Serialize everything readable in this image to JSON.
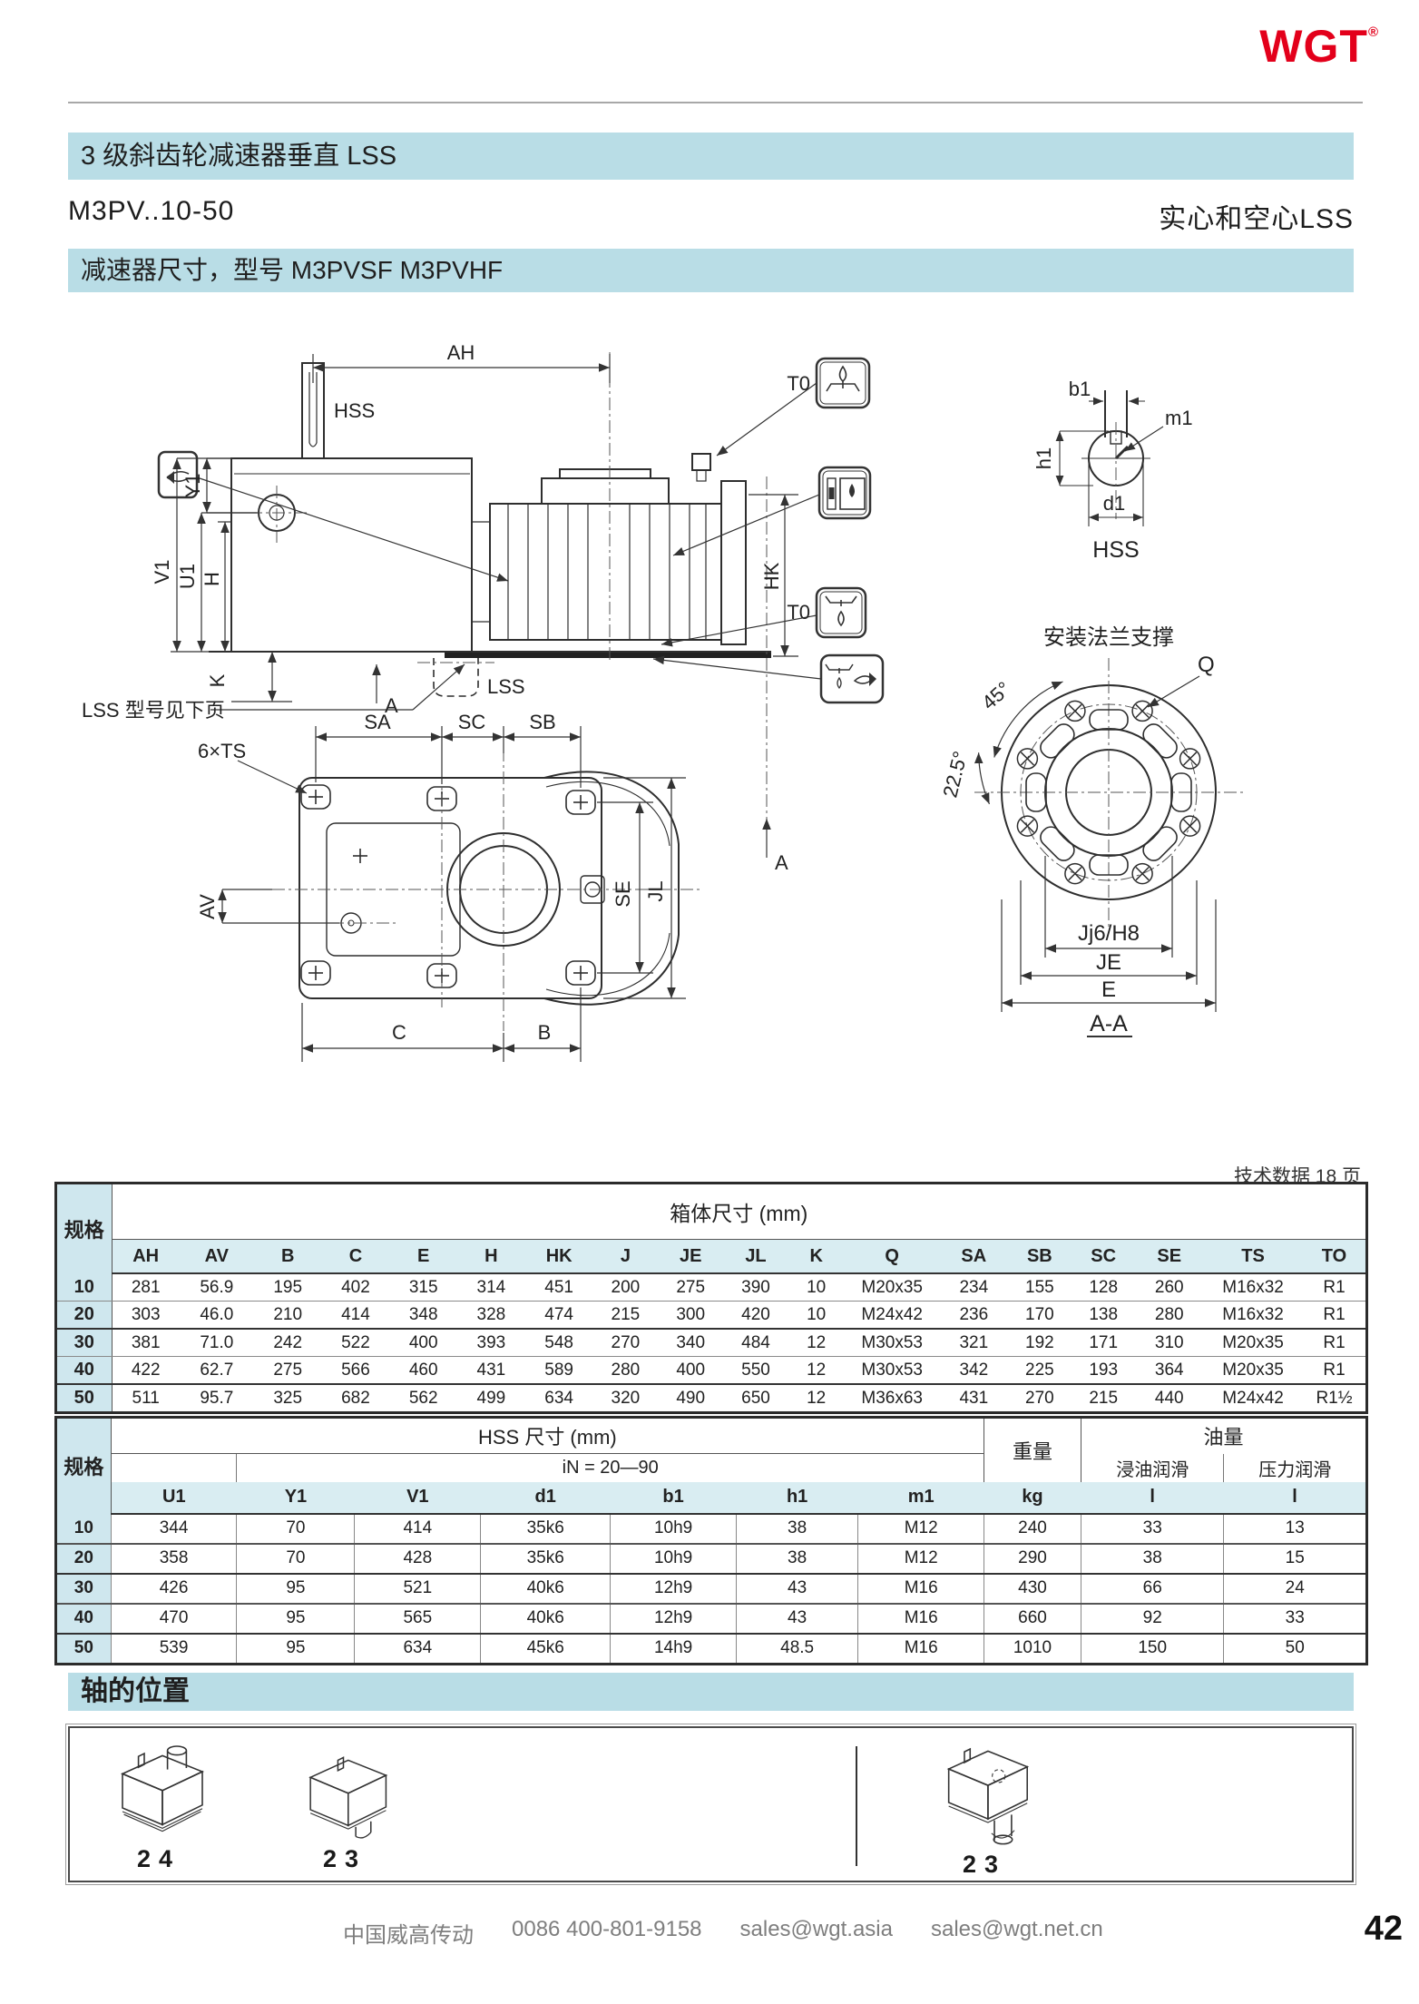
{
  "page": {
    "logo": "WGT",
    "logo_reg": "®",
    "section_title": "3 级斜齿轮减速器垂直 LSS",
    "model_range": "M3PV..10-50",
    "model_note": "实心和空心LSS",
    "subtitle": "减速器尺寸，型号 M3PVSF   M3PVHF",
    "tech_note": "技术数据 18 页",
    "axes_title": "轴的位置"
  },
  "drawing": {
    "side": {
      "ah": "AH",
      "hss": "HSS",
      "y1": "Y1",
      "v1": "V1",
      "u1": "U1",
      "h": "H",
      "hk": "HK",
      "k": "K",
      "a": "A",
      "lss": "LSS",
      "t0": "T0",
      "note": "LSS 型号见下页"
    },
    "plan": {
      "sa": "SA",
      "sc": "SC",
      "sb": "SB",
      "ts": "6×TS",
      "av": "AV",
      "se": "SE",
      "jl": "JL",
      "c": "C",
      "b": "B"
    },
    "shaft": {
      "b1": "b1",
      "m1": "m1",
      "h1": "h1",
      "d1": "d1",
      "hss": "HSS"
    },
    "flange": {
      "title": "安装法兰支撑",
      "a45": "45°",
      "a225": "22.5°",
      "q": "Q",
      "fit": "Jj6/H8",
      "je": "JE",
      "e": "E",
      "section": "A-A"
    }
  },
  "tables": {
    "box": {
      "spec_header": "规格",
      "group_header": "箱体尺寸 (mm)",
      "columns": [
        "AH",
        "AV",
        "B",
        "C",
        "E",
        "H",
        "HK",
        "J",
        "JE",
        "JL",
        "K",
        "Q",
        "SA",
        "SB",
        "SC",
        "SE",
        "TS",
        "TO"
      ],
      "rows": [
        [
          "10",
          "281",
          "56.9",
          "195",
          "402",
          "315",
          "314",
          "451",
          "200",
          "275",
          "390",
          "10",
          "M20x35",
          "234",
          "155",
          "128",
          "260",
          "M16x32",
          "R1"
        ],
        [
          "20",
          "303",
          "46.0",
          "210",
          "414",
          "348",
          "328",
          "474",
          "215",
          "300",
          "420",
          "10",
          "M24x42",
          "236",
          "170",
          "138",
          "280",
          "M16x32",
          "R1"
        ],
        [
          "30",
          "381",
          "71.0",
          "242",
          "522",
          "400",
          "393",
          "548",
          "270",
          "340",
          "484",
          "12",
          "M30x53",
          "321",
          "192",
          "171",
          "310",
          "M20x35",
          "R1"
        ],
        [
          "40",
          "422",
          "62.7",
          "275",
          "566",
          "460",
          "431",
          "589",
          "280",
          "400",
          "550",
          "12",
          "M30x53",
          "342",
          "225",
          "193",
          "364",
          "M20x35",
          "R1"
        ],
        [
          "50",
          "511",
          "95.7",
          "325",
          "682",
          "562",
          "499",
          "634",
          "320",
          "490",
          "650",
          "12",
          "M36x63",
          "431",
          "270",
          "215",
          "440",
          "M24x42",
          "R1½"
        ]
      ]
    },
    "hss": {
      "spec_header": "规格",
      "group_header": "HSS 尺寸 (mm)",
      "ratio": "iN = 20—90",
      "weight_header": "重量",
      "oil_header": "油量",
      "oil_sub1": "浸油润滑",
      "oil_sub2": "压力润滑",
      "columns": [
        "U1",
        "Y1",
        "V1",
        "d1",
        "b1",
        "h1",
        "m1",
        "kg",
        "l",
        "l"
      ],
      "rows": [
        [
          "10",
          "344",
          "70",
          "414",
          "35k6",
          "10h9",
          "38",
          "M12",
          "240",
          "33",
          "13"
        ],
        [
          "20",
          "358",
          "70",
          "428",
          "35k6",
          "10h9",
          "38",
          "M12",
          "290",
          "38",
          "15"
        ],
        [
          "30",
          "426",
          "95",
          "521",
          "40k6",
          "12h9",
          "43",
          "M16",
          "430",
          "66",
          "24"
        ],
        [
          "40",
          "470",
          "95",
          "565",
          "40k6",
          "12h9",
          "43",
          "M16",
          "660",
          "92",
          "33"
        ],
        [
          "50",
          "539",
          "95",
          "634",
          "45k6",
          "14h9",
          "48.5",
          "M16",
          "1010",
          "150",
          "50"
        ]
      ]
    }
  },
  "axes": {
    "labels": [
      "24",
      "23",
      "23"
    ]
  },
  "footer": {
    "company": "中国威高传动",
    "phone": "0086  400-801-9158",
    "email1": "sales@wgt.asia",
    "email2": "sales@wgt.net.cn",
    "page": "42"
  },
  "colors": {
    "accent_bar": "#b9dde6",
    "logo_red": "#e3001b",
    "table_header": "#d9edf2"
  }
}
